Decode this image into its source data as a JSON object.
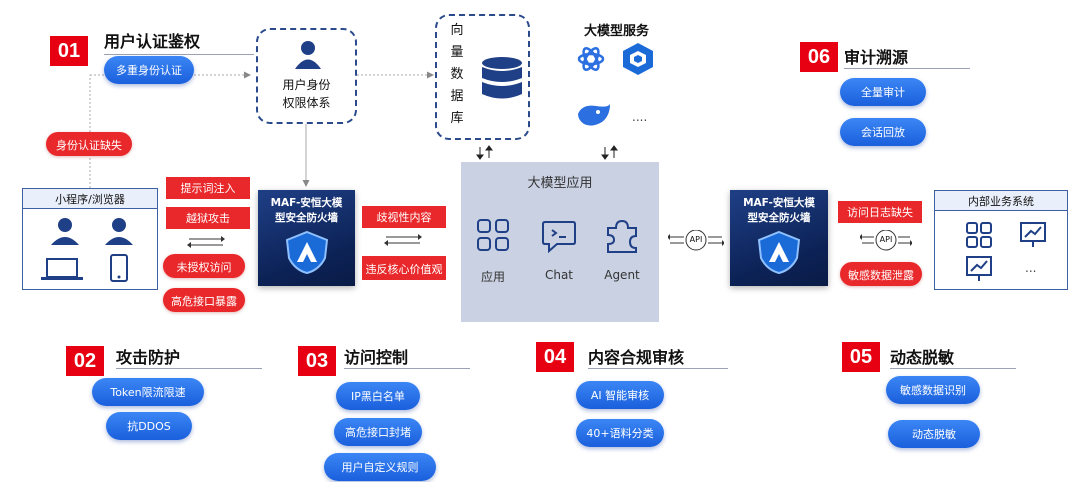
{
  "sections": {
    "s01": {
      "num": "01",
      "title": "用户认证鉴权"
    },
    "s02": {
      "num": "02",
      "title": "攻击防护"
    },
    "s03": {
      "num": "03",
      "title": "访问控制"
    },
    "s04": {
      "num": "04",
      "title": "内容合规审核"
    },
    "s05": {
      "num": "05",
      "title": "动态脱敏"
    },
    "s06": {
      "num": "06",
      "title": "审计溯源"
    }
  },
  "pills": {
    "multi_auth": "多重身份认证",
    "token_limit": "Token限流限速",
    "anti_ddos": "抗DDOS",
    "ip_list": "IP黑白名单",
    "high_risk_block": "高危接口封堵",
    "custom_rules": "用户自定义规则",
    "ai_review": "AI 智能审核",
    "corpus_class": "40+语料分类",
    "sensitive_identify": "敏感数据识别",
    "dynamic_mask": "动态脱敏",
    "full_audit": "全量审计",
    "session_replay": "会话回放"
  },
  "risks": {
    "auth_missing": "身份认证缺失",
    "prompt_injection": "提示词注入",
    "jailbreak": "越狱攻击",
    "unauthorized_access": "未授权访问",
    "high_risk_exposure": "高危接口暴露",
    "discrimination": "歧视性内容",
    "violate_values": "违反核心价值观",
    "access_log_missing": "访问日志缺失",
    "sensitive_leak": "敏感数据泄露"
  },
  "client": {
    "title": "小程序/浏览器"
  },
  "identity": {
    "line1": "用户身份",
    "line2": "权限体系"
  },
  "vector_db": {
    "chars": [
      "向",
      "量",
      "数",
      "据",
      "库"
    ]
  },
  "llm_service": {
    "title": "大模型服务",
    "more": "...."
  },
  "llm_app": {
    "title": "大模型应用",
    "items": [
      "应用",
      "Chat",
      "Agent"
    ]
  },
  "firewall": {
    "line1": "MAF-安恒大模",
    "line2": "型安全防火墙"
  },
  "firewall_right": {
    "line1": "MAF-安恒大模",
    "line2": "型安全防火墙"
  },
  "internal": {
    "title": "内部业务系统",
    "more": "..."
  },
  "api_label": "API",
  "colors": {
    "red": "#e60012",
    "blue": "#1a5fdc",
    "navy": "#0c2256",
    "gray_box": "#c9d1e3"
  }
}
